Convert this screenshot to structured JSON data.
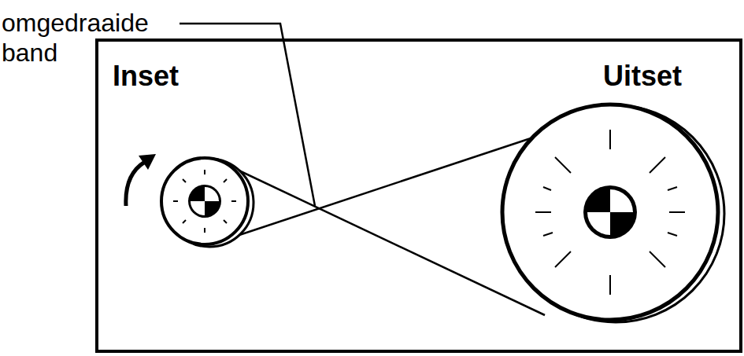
{
  "diagram": {
    "labels": [
      "omgedraaide band",
      "Inset",
      "Uitset"
    ]
  }
}
